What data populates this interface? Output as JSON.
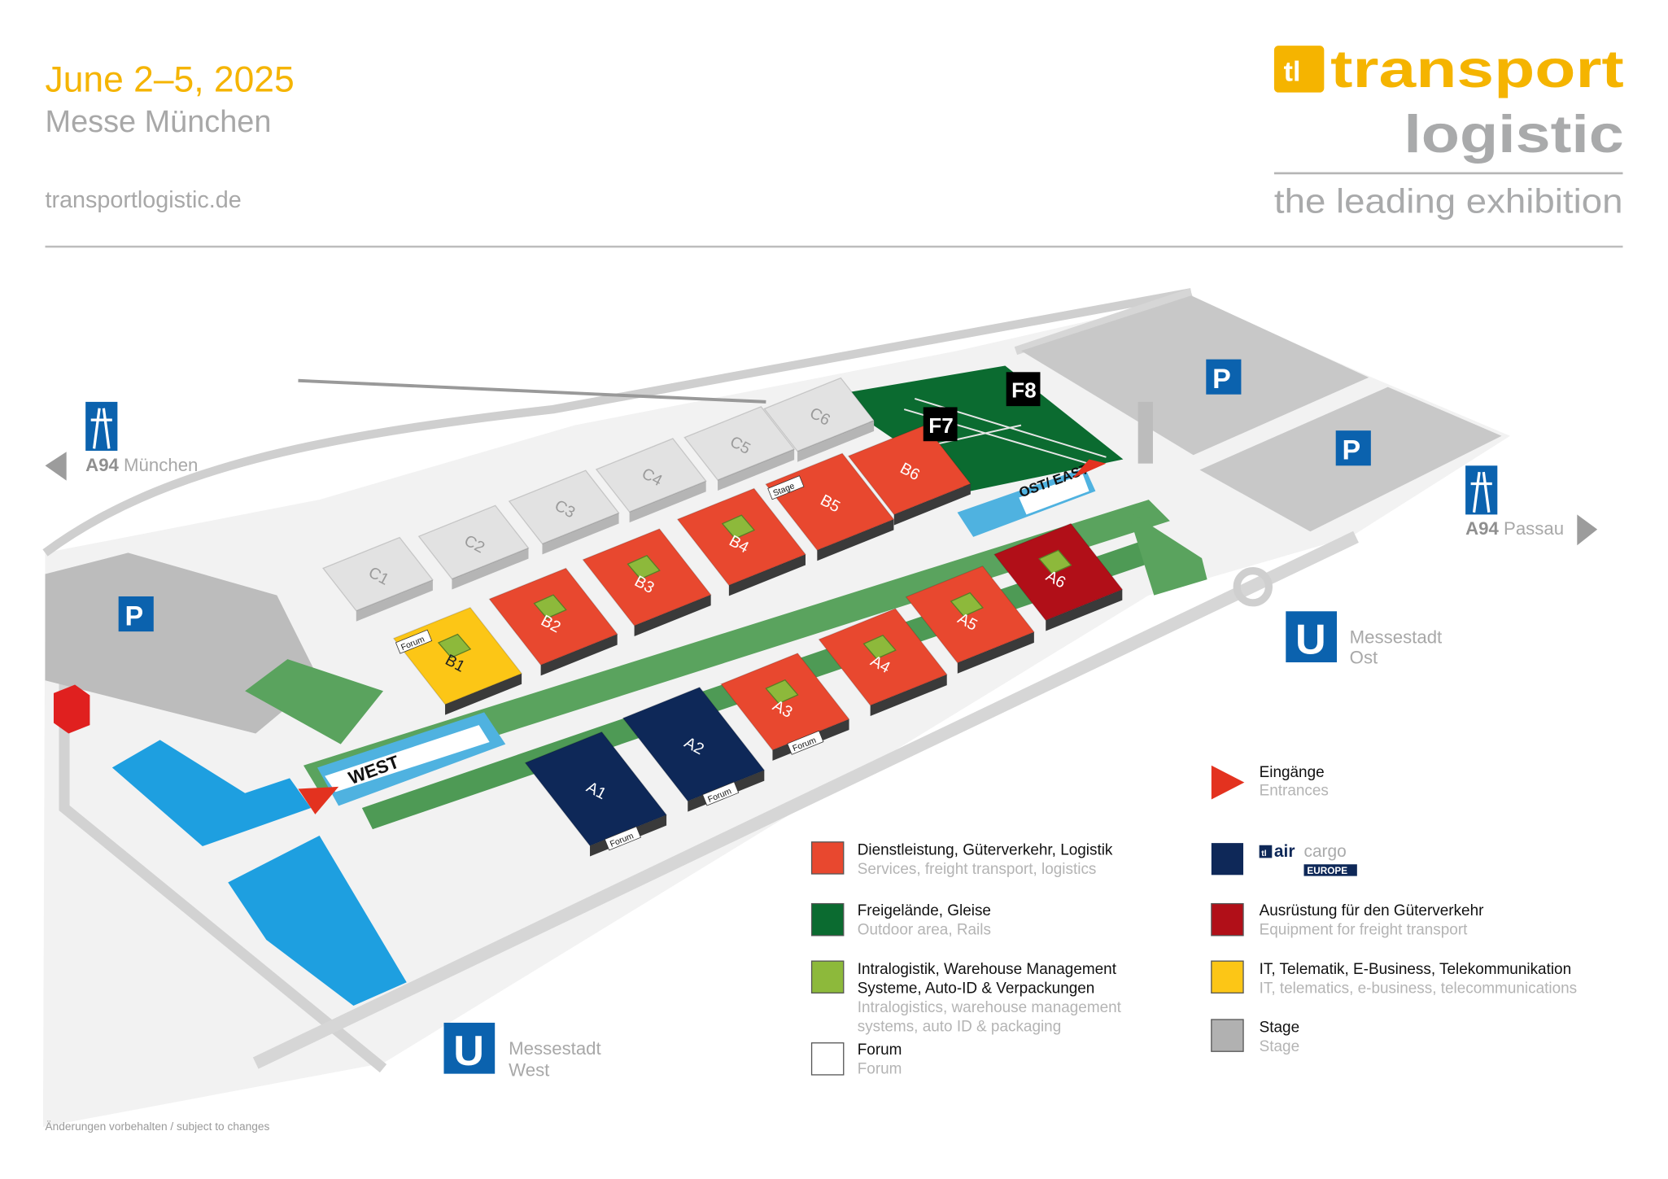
{
  "header": {
    "date": "June 2–5, 2025",
    "venue": "Messe München",
    "website": "transportlogistic.de"
  },
  "logo": {
    "mark": "tl",
    "word_top": "transport",
    "word_bottom": "logistic",
    "tagline": "the leading exhibition",
    "brand_color": "#f5b400",
    "grey_color": "#a9aaab"
  },
  "map": {
    "halls": {
      "A1": "A1",
      "A2": "A2",
      "A3": "A3",
      "A4": "A4",
      "A5": "A5",
      "A6": "A6",
      "B1": "B1",
      "B2": "B2",
      "B3": "B3",
      "B4": "B4",
      "B5": "B5",
      "B6": "B6",
      "C1": "C1",
      "C2": "C2",
      "C3": "C3",
      "C4": "C4",
      "C5": "C5",
      "C6": "C6"
    },
    "outdoor": {
      "F7": "F7",
      "F8": "F8"
    },
    "entrances": {
      "west": "WEST",
      "east": "OST/ EAST"
    },
    "forum_tag": "Forum",
    "stage_tag": "Stage",
    "parking": "P",
    "subway": "U",
    "highway_west": {
      "road": "A94",
      "dest": "München"
    },
    "highway_east": {
      "road": "A94",
      "dest": "Passau"
    },
    "station_west": {
      "line1": "Messestadt",
      "line2": "West"
    },
    "station_east": {
      "line1": "Messestadt",
      "line2": "Ost"
    }
  },
  "legend": {
    "entrances": {
      "de": "Eingänge",
      "en": "Entrances",
      "color": "#e3321f"
    },
    "items": [
      {
        "key": "services",
        "de": "Dienstleistung, Güterverkehr, Logistik",
        "en": "Services, freight transport, logistics",
        "color": "#e8482f"
      },
      {
        "key": "outdoor",
        "de": "Freigelände, Gleise",
        "en": "Outdoor area, Rails",
        "color": "#0b6b30"
      },
      {
        "key": "intralogistics",
        "de1": "Intralogistik, Warehouse Management",
        "de2": "Systeme, Auto-ID & Verpackungen",
        "en1": "Intralogistics, warehouse management",
        "en2": "systems, auto ID & packaging",
        "color": "#8db93b"
      },
      {
        "key": "forum",
        "de": "Forum",
        "en": "Forum",
        "color": "#ffffff"
      },
      {
        "key": "aircargo",
        "logo_mark": "tl",
        "logo_air": "air",
        "logo_cargo": "cargo",
        "logo_europe": "EUROPE",
        "color": "#0e2858"
      },
      {
        "key": "equipment",
        "de": "Ausrüstung für den Güterverkehr",
        "en": "Equipment for freight transport",
        "color": "#b10f18"
      },
      {
        "key": "it",
        "de": "IT, Telematik, E-Business, Telekommunikation",
        "en": "IT, telematics, e-business, telecommunications",
        "color": "#fcc616"
      },
      {
        "key": "stage",
        "de": "Stage",
        "en": "Stage",
        "color": "#b1b1b1"
      }
    ]
  },
  "footer": {
    "note": "Änderungen vorbehalten / subject to changes"
  }
}
